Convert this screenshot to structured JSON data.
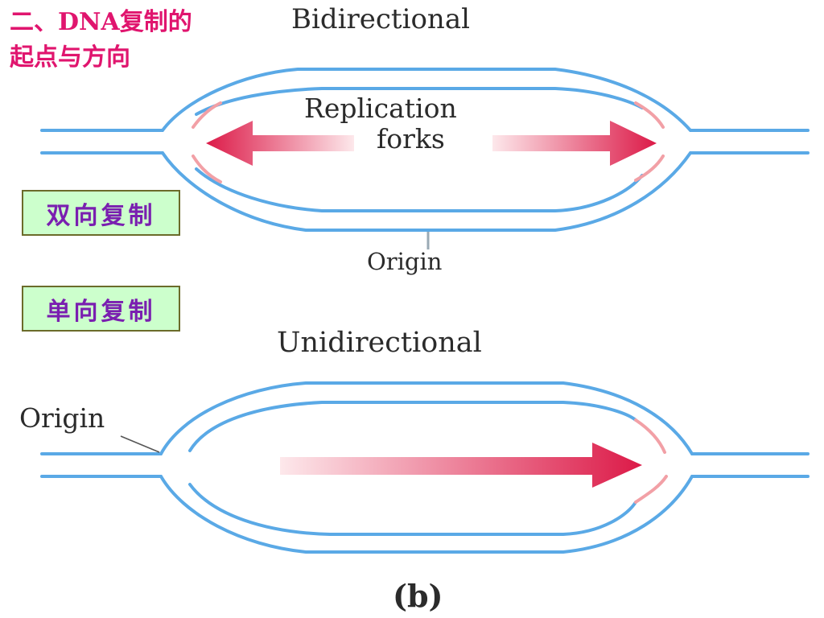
{
  "slide": {
    "title_line1": "二、DNA复制的",
    "title_line2": "起点与方向"
  },
  "labels": {
    "bidirectional_cn": "双向复制",
    "unidirectional_cn": "单向复制"
  },
  "diagram": {
    "bidirectional": {
      "heading": "Bidirectional",
      "fork_label_line1": "Replication",
      "fork_label_line2": "forks",
      "origin_label": "Origin"
    },
    "unidirectional": {
      "heading": "Unidirectional",
      "origin_label": "Origin"
    },
    "panel_label": "(b)",
    "colors": {
      "strand": "#5aa9e6",
      "fork_segment": "#f2a0a6",
      "arrow_solid": "#dc1a48",
      "arrow_fade": "#fde8eb",
      "origin_tick": "#9aaab4",
      "title": "#e0156e",
      "label_text": "#7a1fb0",
      "label_bg": "#ccffcc"
    }
  }
}
